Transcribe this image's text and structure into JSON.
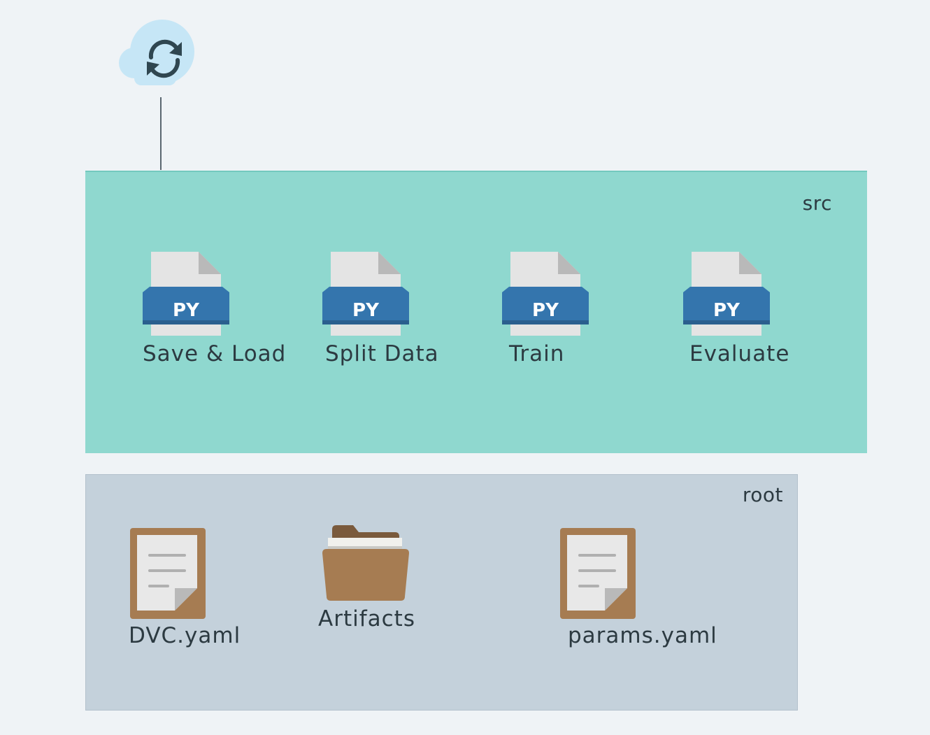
{
  "sync": {
    "icon": "cloud-sync-icon"
  },
  "src": {
    "label": "src",
    "files": [
      {
        "name": "Save & Load",
        "badge": "PY",
        "icon": "python-file-icon"
      },
      {
        "name": "Split Data",
        "badge": "PY",
        "icon": "python-file-icon"
      },
      {
        "name": "Train",
        "badge": "PY",
        "icon": "python-file-icon"
      },
      {
        "name": "Evaluate",
        "badge": "PY",
        "icon": "python-file-icon"
      }
    ]
  },
  "root": {
    "label": "root",
    "items": [
      {
        "name": "DVC.yaml",
        "icon": "document-icon"
      },
      {
        "name": "Artifacts",
        "icon": "folder-icon"
      },
      {
        "name": "params.yaml",
        "icon": "document-icon"
      }
    ]
  },
  "colors": {
    "background": "#eff3f6",
    "src_fill": "#8fd8cf",
    "root_fill": "#c4d1db",
    "py_badge": "#3475ad",
    "doc_brown": "#a67c52",
    "cloud": "#c6e6f6"
  }
}
